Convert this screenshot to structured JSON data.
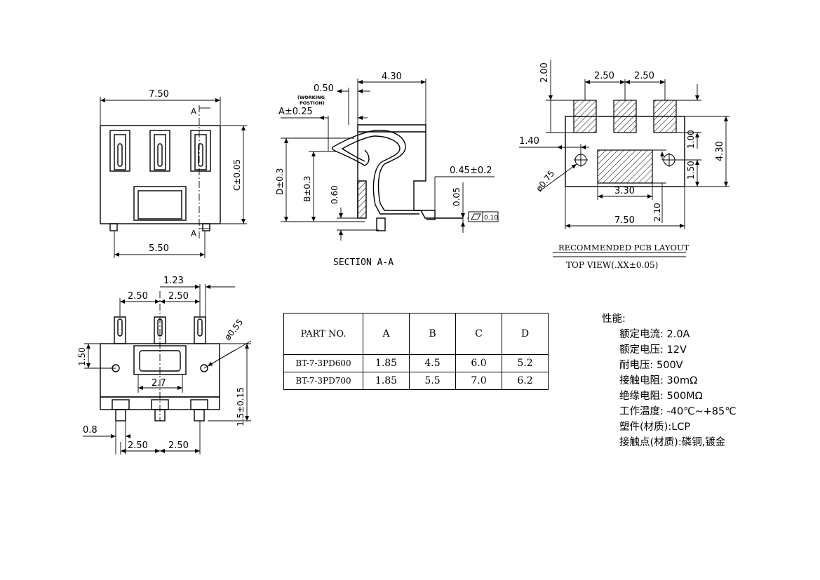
{
  "front_view": {
    "width": "7.50",
    "section_mark": "A",
    "height_label": "C±0.05",
    "pitch_total": "5.50"
  },
  "section_view": {
    "title": "SECTION A-A",
    "dim_top": "4.30",
    "dim_050": "0.50",
    "working_note_1": "(WORKING",
    "working_note_2": "POSTION)",
    "dim_a": "A±0.25",
    "dim_d": "D±0.3",
    "dim_b": "B±0.3",
    "dim_060": "0.60",
    "dim_045": "0.45±0.2",
    "dim_005": "0.05",
    "flatness": "0.10"
  },
  "pcb_layout": {
    "title": "RECOMMENDED PCB LAYOUT",
    "subtitle": "TOP VIEW(.XX±0.05)",
    "dim_200": "2.00",
    "dim_250a": "2.50",
    "dim_250b": "2.50",
    "dim_140": "1.40",
    "dim_100": "1.00",
    "dim_430": "4.30",
    "dim_150": "1.50",
    "dim_hole": "ø0.75",
    "dim_330": "3.30",
    "dim_210": "2.10",
    "dim_750": "7.50"
  },
  "bottom_view": {
    "dim_123": "1.23",
    "dim_250a": "2.50",
    "dim_250b": "2.50",
    "dim_hole": "ø0.55",
    "dim_150": "1.50",
    "dim_27": "2.7",
    "dim_15": "1.5±0.15",
    "dim_08": "0.8",
    "dim_250c": "2.50",
    "dim_250d": "2.50"
  },
  "table": {
    "headers": [
      "PART NO.",
      "A",
      "B",
      "C",
      "D"
    ],
    "rows": [
      [
        "BT-7-3PD600",
        "1.85",
        "4.5",
        "6.0",
        "5.2"
      ],
      [
        "BT-7-3PD700",
        "1.85",
        "5.5",
        "7.0",
        "6.2"
      ]
    ]
  },
  "performance": {
    "title": "性能:",
    "items": [
      "额定电流: 2.0A",
      "额定电压: 12V",
      "耐电压: 500V",
      "接触电阻: 30mΩ",
      "绝缘电阻: 500MΩ",
      "工作温度: -40℃~+85℃",
      "塑件(材质):LCP",
      "接触点(材质):磷铜,镀金"
    ]
  }
}
